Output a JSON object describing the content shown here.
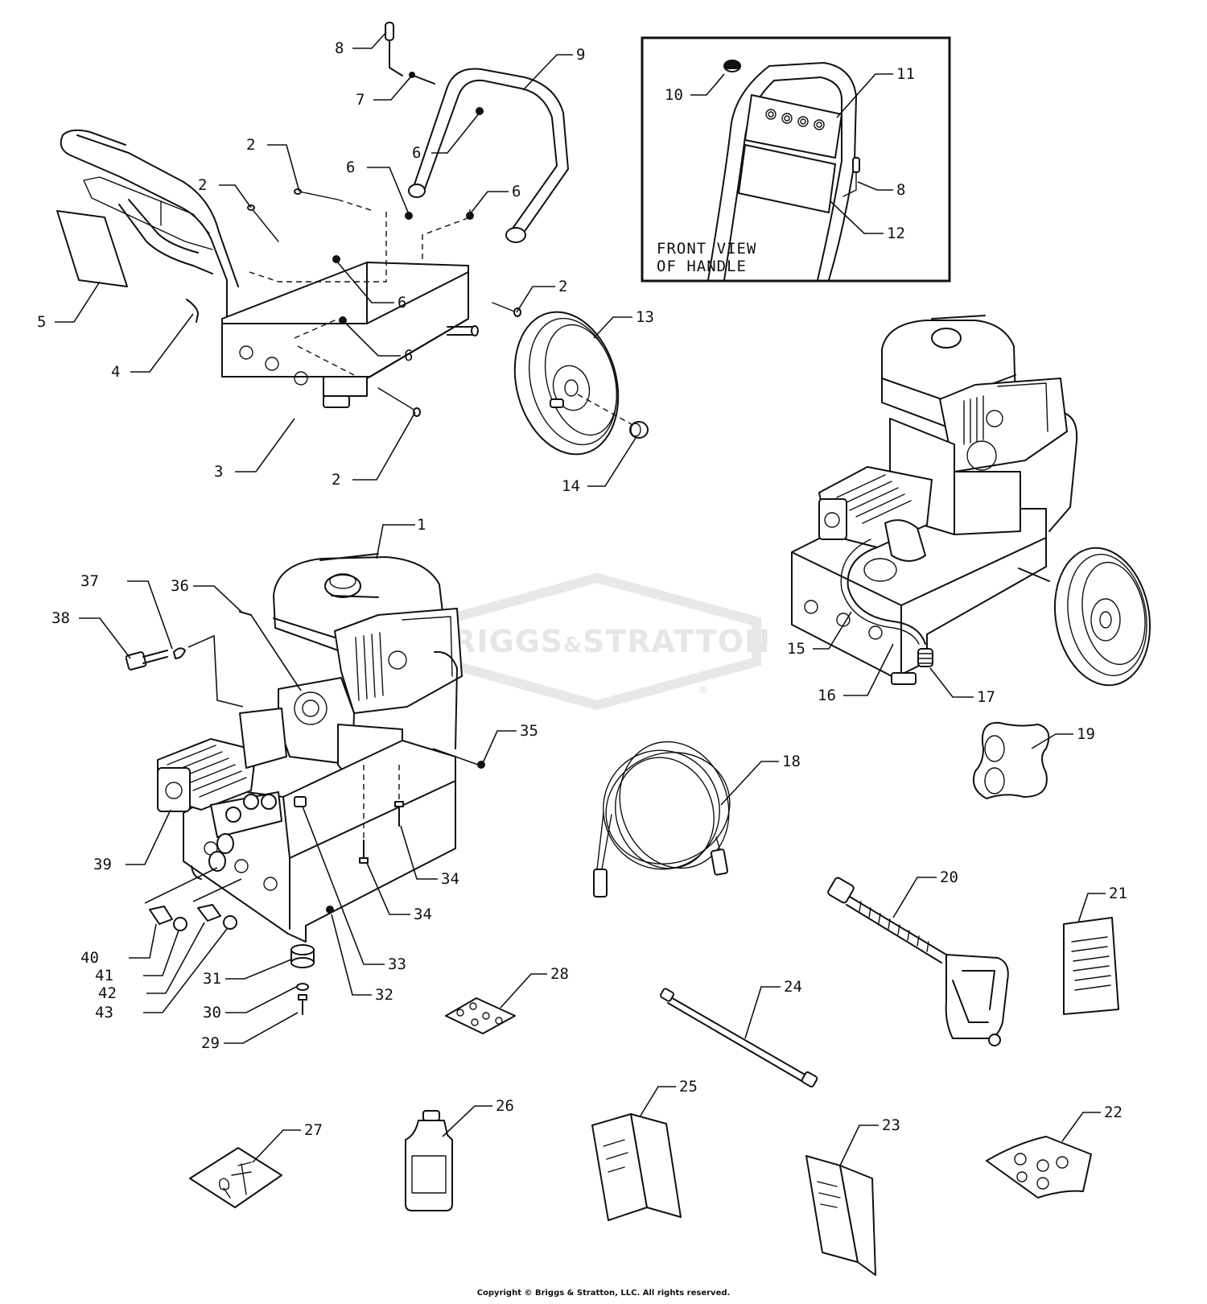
{
  "watermark": {
    "brand_left": "BRIGGS",
    "brand_amp": "&",
    "brand_right": "STRATTON",
    "registered": "®"
  },
  "inset": {
    "line1": "FRONT VIEW",
    "line2": "OF HANDLE"
  },
  "copyright": "Copyright © Briggs & Stratton, LLC. All rights reserved.",
  "callouts": [
    {
      "id": "c1",
      "label": "1"
    },
    {
      "id": "c2a",
      "label": "2"
    },
    {
      "id": "c2b",
      "label": "2"
    },
    {
      "id": "c2c",
      "label": "2"
    },
    {
      "id": "c2d",
      "label": "2"
    },
    {
      "id": "c3",
      "label": "3"
    },
    {
      "id": "c4",
      "label": "4"
    },
    {
      "id": "c5",
      "label": "5"
    },
    {
      "id": "c6a",
      "label": "6"
    },
    {
      "id": "c6b",
      "label": "6"
    },
    {
      "id": "c6c",
      "label": "6"
    },
    {
      "id": "c6d",
      "label": "6"
    },
    {
      "id": "c6e",
      "label": "6"
    },
    {
      "id": "c7",
      "label": "7"
    },
    {
      "id": "c8a",
      "label": "8"
    },
    {
      "id": "c8b",
      "label": "8"
    },
    {
      "id": "c9",
      "label": "9"
    },
    {
      "id": "c10",
      "label": "10"
    },
    {
      "id": "c11",
      "label": "11"
    },
    {
      "id": "c12",
      "label": "12"
    },
    {
      "id": "c13",
      "label": "13"
    },
    {
      "id": "c14",
      "label": "14"
    },
    {
      "id": "c15",
      "label": "15"
    },
    {
      "id": "c16",
      "label": "16"
    },
    {
      "id": "c17",
      "label": "17"
    },
    {
      "id": "c18",
      "label": "18"
    },
    {
      "id": "c19",
      "label": "19"
    },
    {
      "id": "c20",
      "label": "20"
    },
    {
      "id": "c21",
      "label": "21"
    },
    {
      "id": "c22",
      "label": "22"
    },
    {
      "id": "c23",
      "label": "23"
    },
    {
      "id": "c24",
      "label": "24"
    },
    {
      "id": "c25",
      "label": "25"
    },
    {
      "id": "c26",
      "label": "26"
    },
    {
      "id": "c27",
      "label": "27"
    },
    {
      "id": "c28",
      "label": "28"
    },
    {
      "id": "c29",
      "label": "29"
    },
    {
      "id": "c30",
      "label": "30"
    },
    {
      "id": "c31",
      "label": "31"
    },
    {
      "id": "c32",
      "label": "32"
    },
    {
      "id": "c33",
      "label": "33"
    },
    {
      "id": "c34a",
      "label": "34"
    },
    {
      "id": "c34b",
      "label": "34"
    },
    {
      "id": "c35",
      "label": "35"
    },
    {
      "id": "c36",
      "label": "36"
    },
    {
      "id": "c37",
      "label": "37"
    },
    {
      "id": "c38",
      "label": "38"
    },
    {
      "id": "c39",
      "label": "39"
    },
    {
      "id": "c40",
      "label": "40"
    },
    {
      "id": "c41",
      "label": "41"
    },
    {
      "id": "c42",
      "label": "42"
    },
    {
      "id": "c43",
      "label": "43"
    }
  ]
}
